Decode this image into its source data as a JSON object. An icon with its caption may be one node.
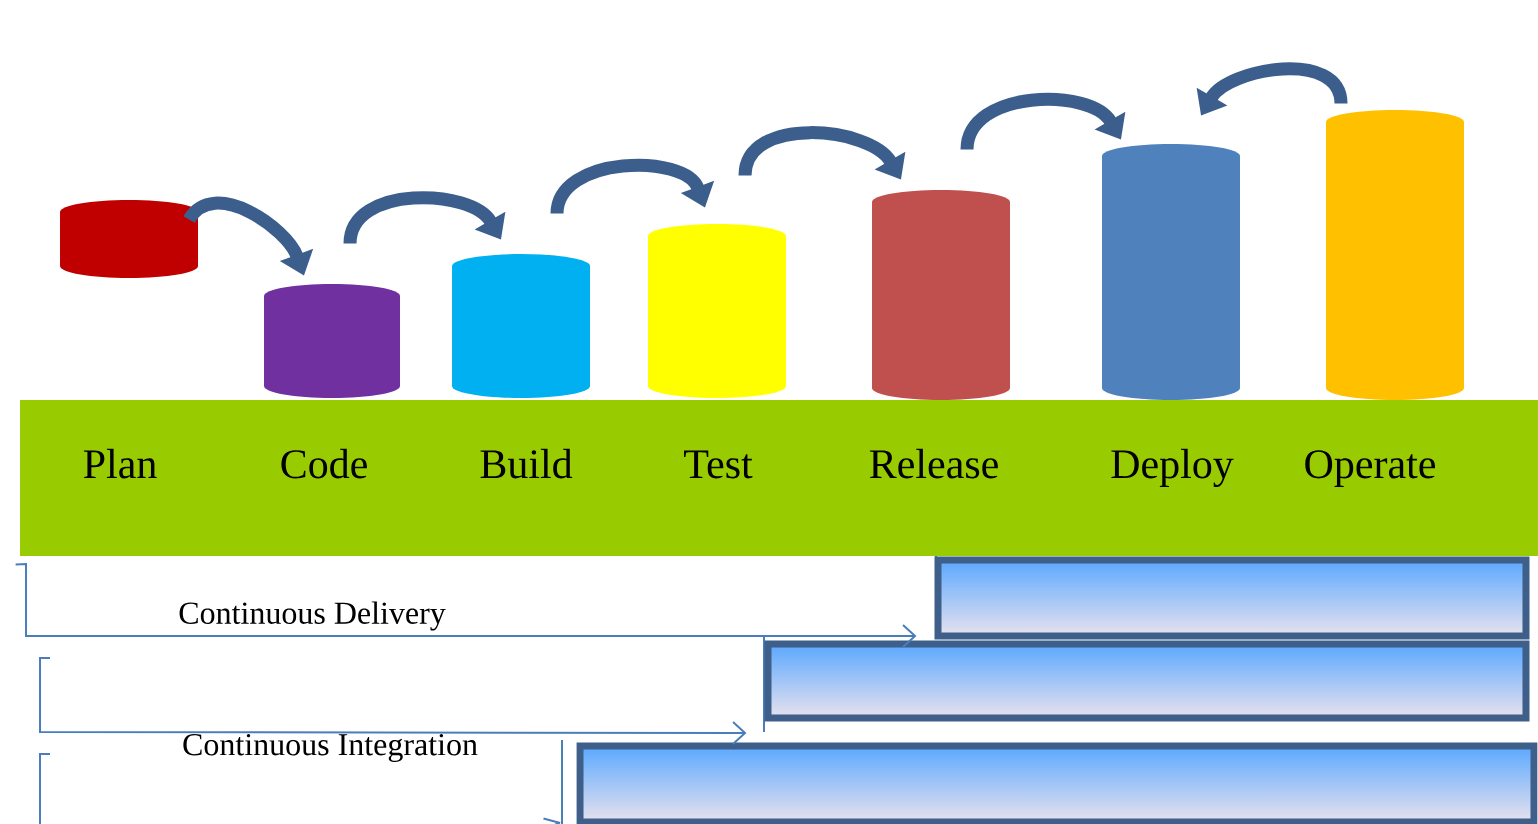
{
  "diagram": {
    "nodes": [
      {
        "text": [],
        "shape": "cylinder"
      },
      {
        "text": [],
        "shape": "cylinder"
      },
      {
        "text": [],
        "shape": "cylinder"
      },
      {
        "text": [],
        "shape": "cylinder"
      },
      {
        "text": [],
        "shape": "cylinder"
      },
      {
        "text": [],
        "shape": "cylinder"
      },
      {
        "text": [],
        "shape": "cylinder"
      },
      {
        "text": [
          "Plan",
          "Code",
          "Build",
          "Test",
          "Release",
          "Deploy",
          "Operate"
        ]
      },
      {
        "text": [],
        "shape": "bar"
      },
      {
        "text": [],
        "shape": "bar"
      },
      {
        "text": [],
        "shape": "bar"
      }
    ],
    "edges": [
      {
        "from": 0,
        "to": 1,
        "arrow": "to"
      },
      {
        "from": 1,
        "to": 2,
        "arrow": "to"
      },
      {
        "from": 2,
        "to": 3,
        "arrow": "to"
      },
      {
        "from": 3,
        "to": 4,
        "arrow": "to"
      },
      {
        "from": 4,
        "to": 5,
        "arrow": "to"
      },
      {
        "from": 6,
        "to": 5,
        "arrow": "to"
      },
      {
        "from": 7,
        "to": 8,
        "arrow": "to",
        "color": "#4a7ebb"
      },
      {
        "from": null,
        "to": 9,
        "arrow": "to",
        "color": "#4a7ebb"
      },
      {
        "from": null,
        "to": 10,
        "arrow": "to",
        "color": "#4a7ebb"
      }
    ],
    "labels": [
      "Continuous Delivery",
      "Continuous Integration"
    ]
  }
}
